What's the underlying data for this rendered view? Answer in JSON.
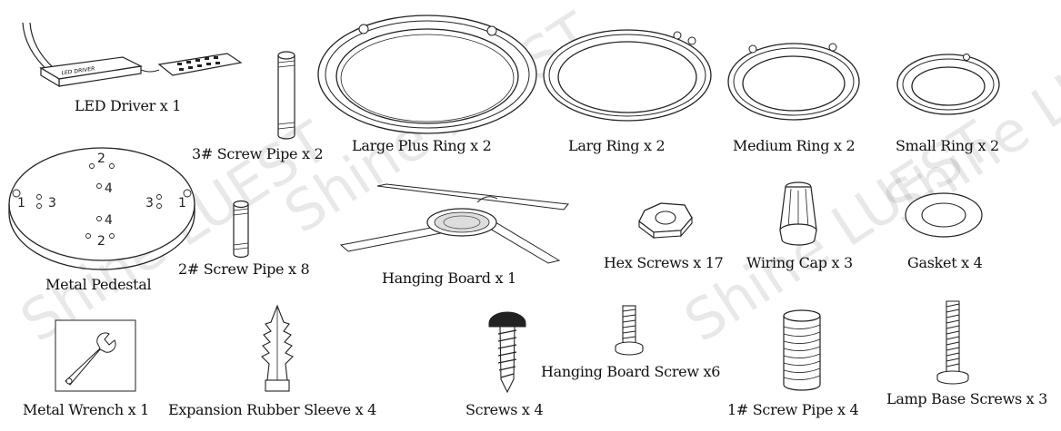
{
  "watermark": "Shine LUEST",
  "labels": {
    "led_driver": "LED Driver x 1",
    "screw_pipe_3": "3# Screw Pipe x 2",
    "large_plus_ring": "Large Plus Ring x 2",
    "larg_ring": "Larg Ring x 2",
    "medium_ring": "Medium Ring x 2",
    "small_ring": "Small Ring x 2",
    "metal_pedestal": "Metal Pedestal",
    "screw_pipe_2": "2# Screw Pipe x 8",
    "hanging_board": "Hanging Board x 1",
    "hex_screws": "Hex Screws x 17",
    "wiring_cap": "Wiring Cap x 3",
    "gasket": "Gasket x 4",
    "metal_wrench": "Metal Wrench x 1",
    "expansion_sleeve": "Expansion Rubber Sleeve x 4",
    "screws": "Screws x 4",
    "hanging_board_screw": "Hanging Board Screw x6",
    "screw_pipe_1": "1# Screw Pipe  x 4",
    "lamp_base_screws": "Lamp Base Screws x 3"
  },
  "led_driver_box_text": "LED DRIVER",
  "pedestal_marks": [
    "1",
    "2",
    "3",
    "4",
    "4",
    "2",
    "3",
    "1"
  ]
}
